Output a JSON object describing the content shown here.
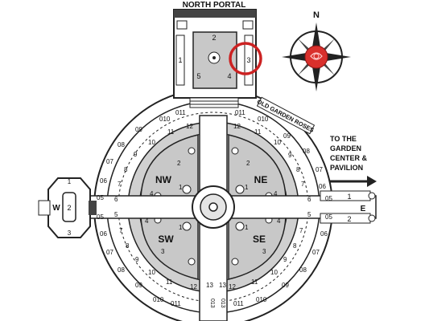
{
  "labels": {
    "north_portal": "NORTH PORTAL",
    "compass_n": "N",
    "old_garden_roses": "OLD GARDEN ROSES",
    "to_garden": [
      "TO THE",
      "GARDEN",
      "CENTER &",
      "PAVILION"
    ],
    "east_letter": "E",
    "west_letter": "W",
    "west_number": "2"
  },
  "quadrants": [
    "NW",
    "NE",
    "SW",
    "SE"
  ],
  "portal_numbers": [
    "1",
    "2",
    "3",
    "4",
    "5"
  ],
  "east_paths": [
    "1",
    "2"
  ],
  "bed_labels": {
    "outer_ring": [
      "011",
      "010",
      "09",
      "08",
      "07",
      "06",
      "05"
    ],
    "inner_ring": [
      "12",
      "11",
      "10",
      "9",
      "8",
      "7",
      "6",
      "5"
    ],
    "quadrant_beds": [
      "1",
      "2",
      "3",
      "4"
    ],
    "bottom_center": [
      "013",
      "13"
    ]
  },
  "highlight": {
    "feature": "North Portal bed 3",
    "color": "#cc2222"
  },
  "colors": {
    "bed_fill": "#c8c8c8",
    "path_fill": "#ffffff",
    "line": "#222222",
    "rose": "#d9302c"
  }
}
